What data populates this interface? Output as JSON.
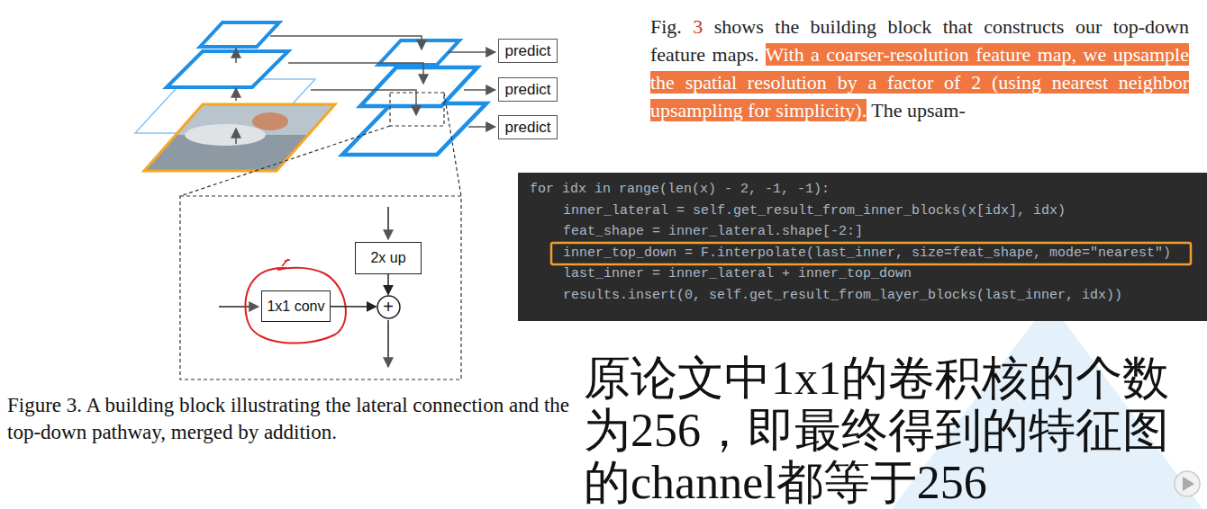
{
  "diagram": {
    "caption": "Figure 3. A building block illustrating the lateral connection and the top-down pathway, merged by addition.",
    "nodes": [
      {
        "text": [
          "predict"
        ]
      },
      {
        "text": [
          "predict"
        ]
      },
      {
        "text": [
          "predict"
        ]
      },
      {
        "text": [
          "2x up"
        ]
      },
      {
        "text": [
          "1x1 conv"
        ]
      },
      {
        "text": [
          "+"
        ]
      }
    ],
    "edges": [
      {
        "from": 3,
        "to": 5,
        "arrow": "to"
      },
      {
        "from": 4,
        "to": 5,
        "arrow": "to"
      }
    ],
    "labels": [
      "Fig.",
      "3",
      "shows the building block that constructs our top-down feature maps.",
      "With a coarser-resolution feature map, we upsample the spatial resolution by a factor of 2 (using nearest neighbor upsampling for simplicity).",
      "The upsam-",
      "for idx in range(len(x) - 2, -1, -1):",
      "inner_lateral = self.get_result_from_inner_blocks(x[idx], idx)",
      "feat_shape = inner_lateral.shape[-2:]",
      "inner_top_down = F.interpolate(last_inner, size=feat_shape, mode=\"nearest\")",
      "last_inner = inner_lateral + inner_top_down",
      "results.insert(0, self.get_result_from_layer_blocks(last_inner, idx))",
      "原论文中1x1的卷积核的个数为256，即最终得到的特征图的channel都等于256"
    ]
  }
}
